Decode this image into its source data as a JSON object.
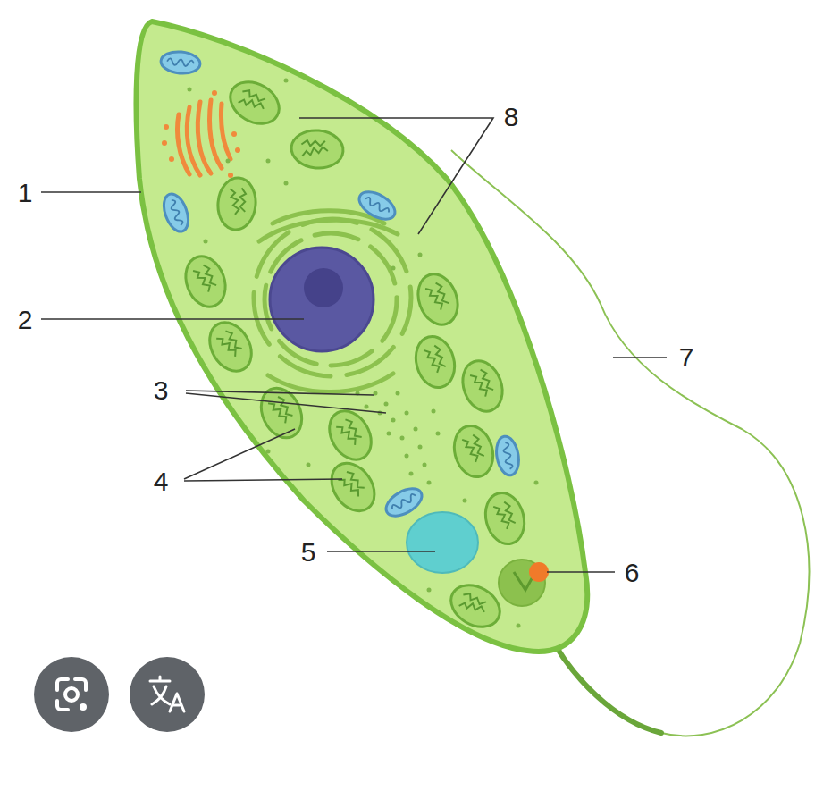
{
  "diagram": {
    "labels": [
      "8",
      "1",
      "2",
      "7",
      "3",
      "4",
      "5",
      "6"
    ]
  }
}
